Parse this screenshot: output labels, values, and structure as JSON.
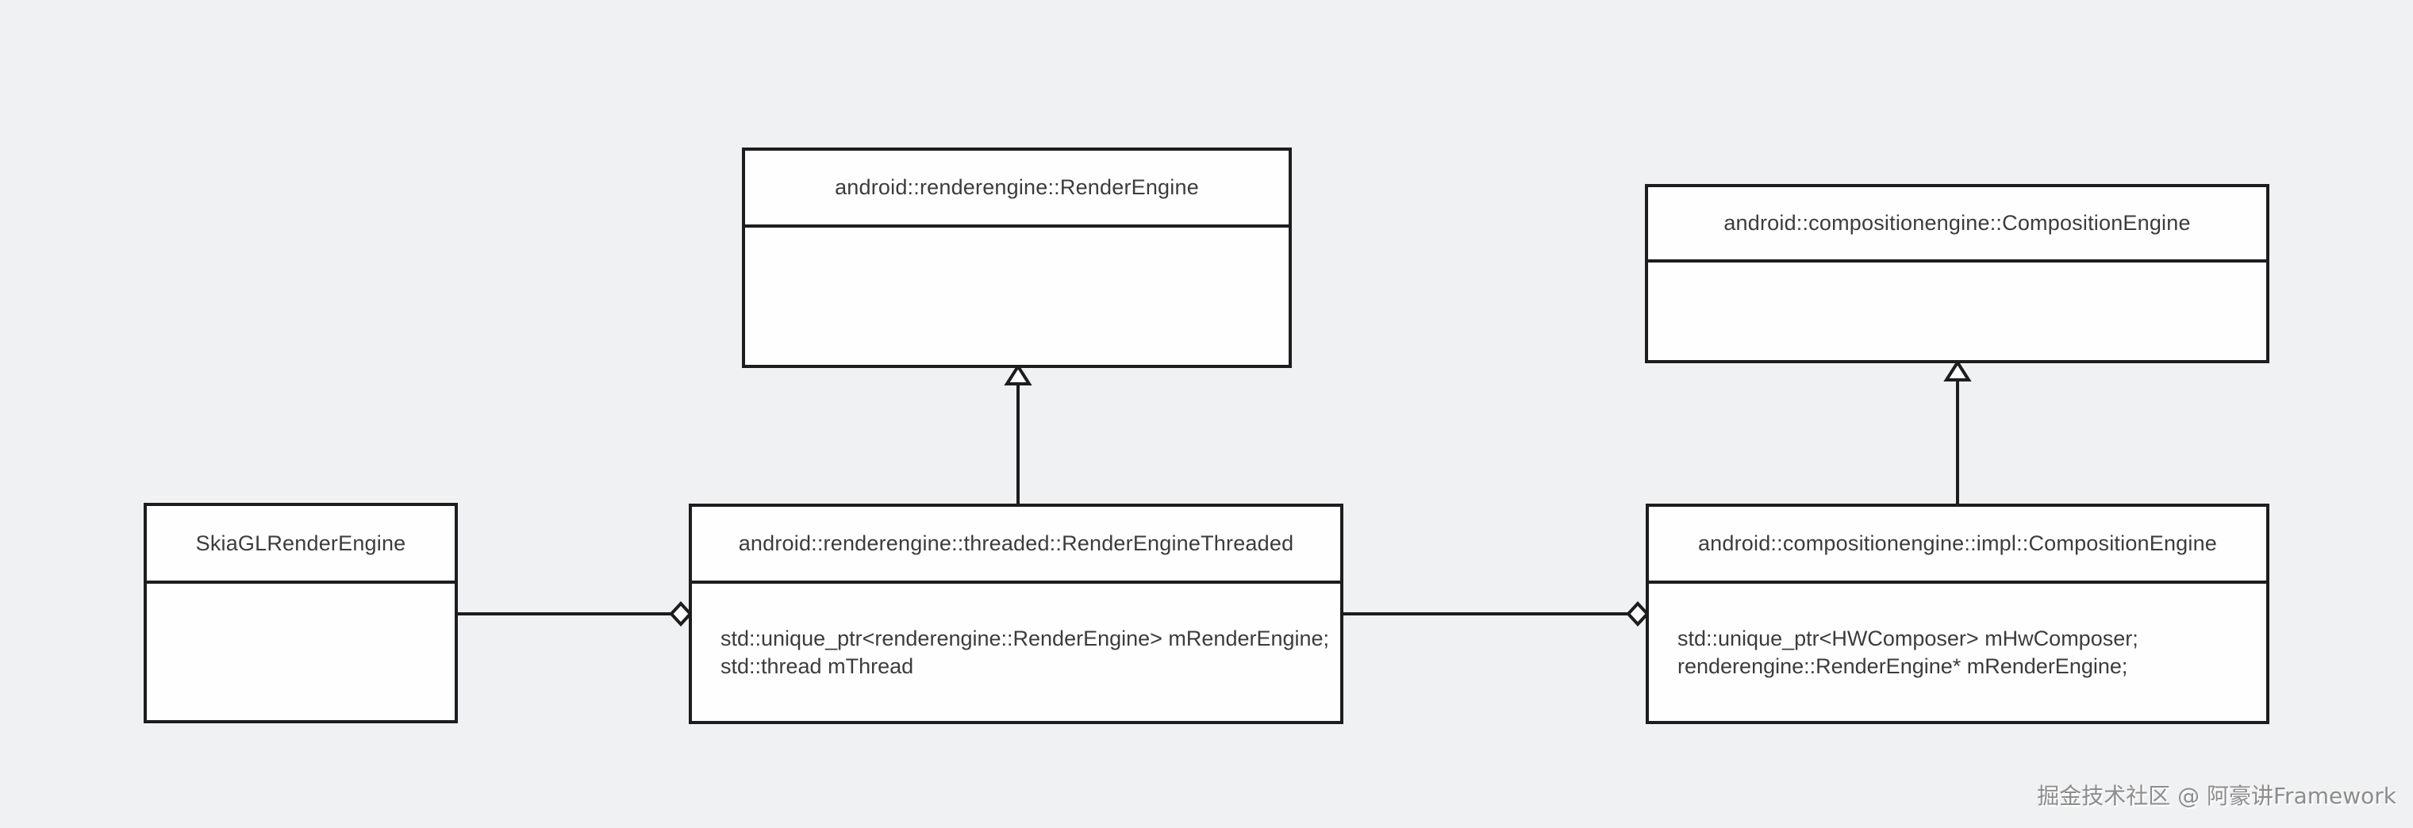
{
  "diagram": {
    "classes": [
      {
        "id": "renderengine",
        "title": "android::renderengine::RenderEngine",
        "members": []
      },
      {
        "id": "compositionengine",
        "title": "android::compositionengine::CompositionEngine",
        "members": []
      },
      {
        "id": "skiagl",
        "title": "SkiaGLRenderEngine",
        "members": []
      },
      {
        "id": "renderenginethreaded",
        "title": "android::renderengine::threaded::RenderEngineThreaded",
        "members": [
          "std::unique_ptr<renderengine::RenderEngine> mRenderEngine;",
          "std::thread mThread"
        ]
      },
      {
        "id": "implcompositionengine",
        "title": "android::compositionengine::impl::CompositionEngine",
        "members": [
          "std::unique_ptr<HWComposer> mHwComposer;",
          "renderengine::RenderEngine* mRenderEngine;"
        ]
      }
    ],
    "relations": [
      {
        "type": "inheritance",
        "from": "android::renderengine::threaded::RenderEngineThreaded",
        "to": "android::renderengine::RenderEngine"
      },
      {
        "type": "inheritance",
        "from": "android::compositionengine::impl::CompositionEngine",
        "to": "android::compositionengine::CompositionEngine"
      },
      {
        "type": "aggregation",
        "aggregate": "android::renderengine::threaded::RenderEngineThreaded",
        "part": "SkiaGLRenderEngine"
      },
      {
        "type": "aggregation",
        "aggregate": "android::compositionengine::impl::CompositionEngine",
        "part": "android::renderengine::threaded::RenderEngineThreaded"
      }
    ],
    "colors": {
      "background": "#f0f1f3",
      "box_fill": "#fefefe",
      "box_border": "#1d1d1f",
      "text": "#3c3c3e",
      "watermark_text": "#8d8d8d"
    }
  },
  "watermark": {
    "text": "掘金技术社区 @ 阿豪讲Framework"
  }
}
